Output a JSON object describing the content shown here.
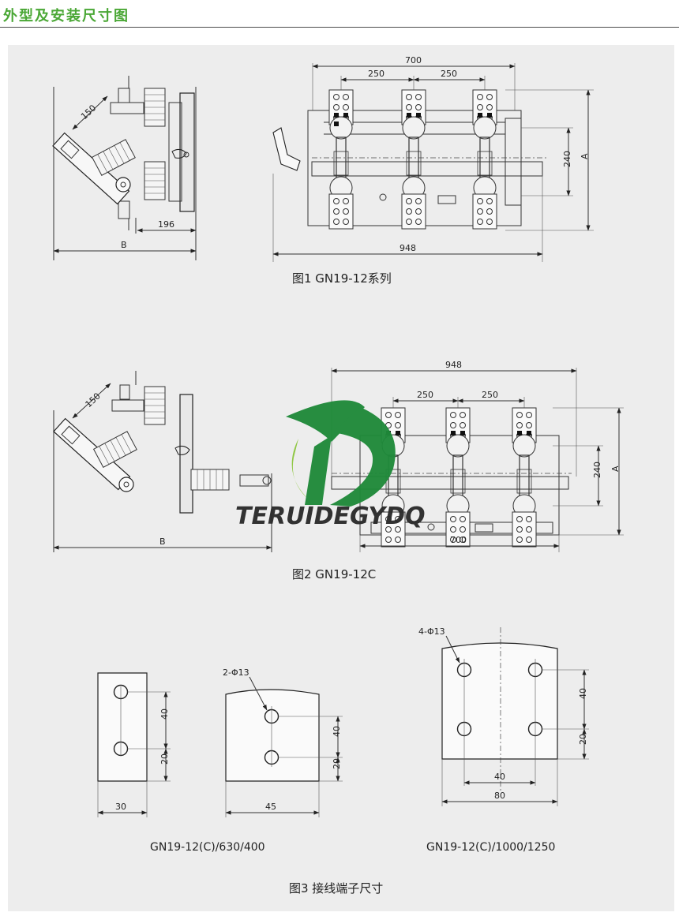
{
  "header": {
    "title": "外型及安装尺寸图"
  },
  "figure1": {
    "caption": "图1 GN19-12系列",
    "dims": {
      "overall_top": "700",
      "pitch_left": "250",
      "pitch_right": "250",
      "height_a": "A",
      "height_240": "240",
      "width_948": "948",
      "side_150": "150",
      "side_196": "196",
      "side_b": "B"
    }
  },
  "figure2": {
    "caption": "图2 GN19-12C",
    "dims": {
      "width_948": "948",
      "pitch_left": "250",
      "pitch_right": "250",
      "height_a": "A",
      "height_240": "240",
      "bottom_700": "700",
      "side_150": "150",
      "side_b": "B"
    }
  },
  "figure3": {
    "caption": "图3 接线端子尺寸",
    "left_label": "GN19-12(C)/630/400",
    "right_label": "GN19-12(C)/1000/1250",
    "terminal_a": {
      "width": "30",
      "v40": "40",
      "v20": "20"
    },
    "terminal_b": {
      "holes": "2-Φ13",
      "width": "45",
      "v40": "40",
      "v20": "20"
    },
    "terminal_c": {
      "holes": "4-Φ13",
      "h40": "40",
      "width": "80",
      "v40": "40",
      "v20": "20"
    }
  },
  "watermark": {
    "text": "TERUIDEGYDQ",
    "colors": {
      "green_dark": "#1f8a3a",
      "green_light": "#8dc63f"
    }
  }
}
